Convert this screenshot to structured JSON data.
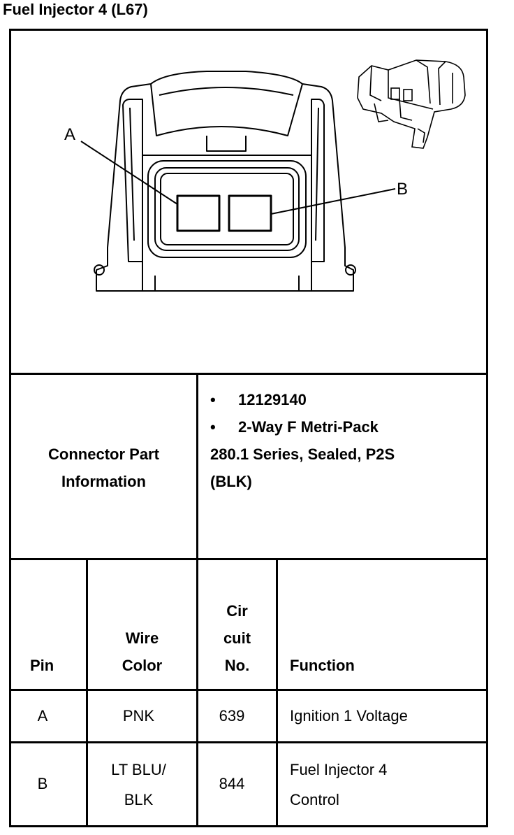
{
  "title": "Fuel Injector 4 (L67)",
  "diagram": {
    "pin_a_label": "A",
    "pin_b_label": "B"
  },
  "connector": {
    "label_line1": "Connector Part",
    "label_line2": "Information",
    "bullet": "•",
    "part_number": "12129140",
    "desc_line1": "2-Way F Metri-Pack",
    "desc_line2": "280.1 Series, Sealed, P2S",
    "desc_line3": "(BLK)"
  },
  "table": {
    "headers": {
      "pin": "Pin",
      "wire_color_1": "Wire",
      "wire_color_2": "Color",
      "circuit_1": "Cir",
      "circuit_2": "cuit",
      "circuit_3": "No.",
      "function": "Function"
    },
    "rows": [
      {
        "pin": "A",
        "color_1": "PNK",
        "color_2": "",
        "circuit": "639",
        "function_1": "Ignition 1 Voltage",
        "function_2": ""
      },
      {
        "pin": "B",
        "color_1": "LT BLU/",
        "color_2": "BLK",
        "circuit": "844",
        "function_1": "Fuel Injector 4",
        "function_2": "Control"
      }
    ]
  }
}
